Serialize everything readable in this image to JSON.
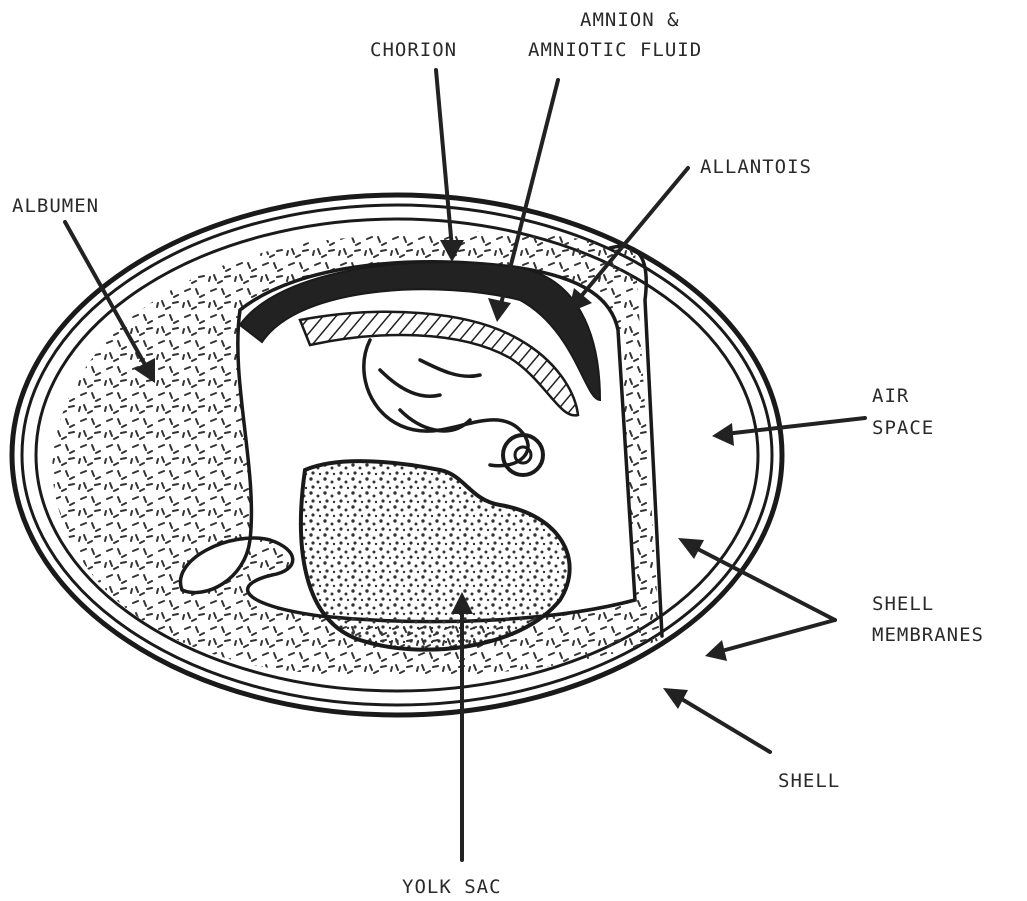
{
  "labels": {
    "chorion": "CHORION",
    "amnion_line1": "AMNION &",
    "amnion_line2": "AMNIOTIC FLUID",
    "allantois": "ALLANTOIS",
    "albumen": "ALBUMEN",
    "air_line1": "AIR",
    "air_line2": "SPACE",
    "shell_membranes_line1": "SHELL",
    "shell_membranes_line2": "MEMBRANES",
    "shell": "SHELL",
    "yolk_sac": "YOLK SAC"
  }
}
